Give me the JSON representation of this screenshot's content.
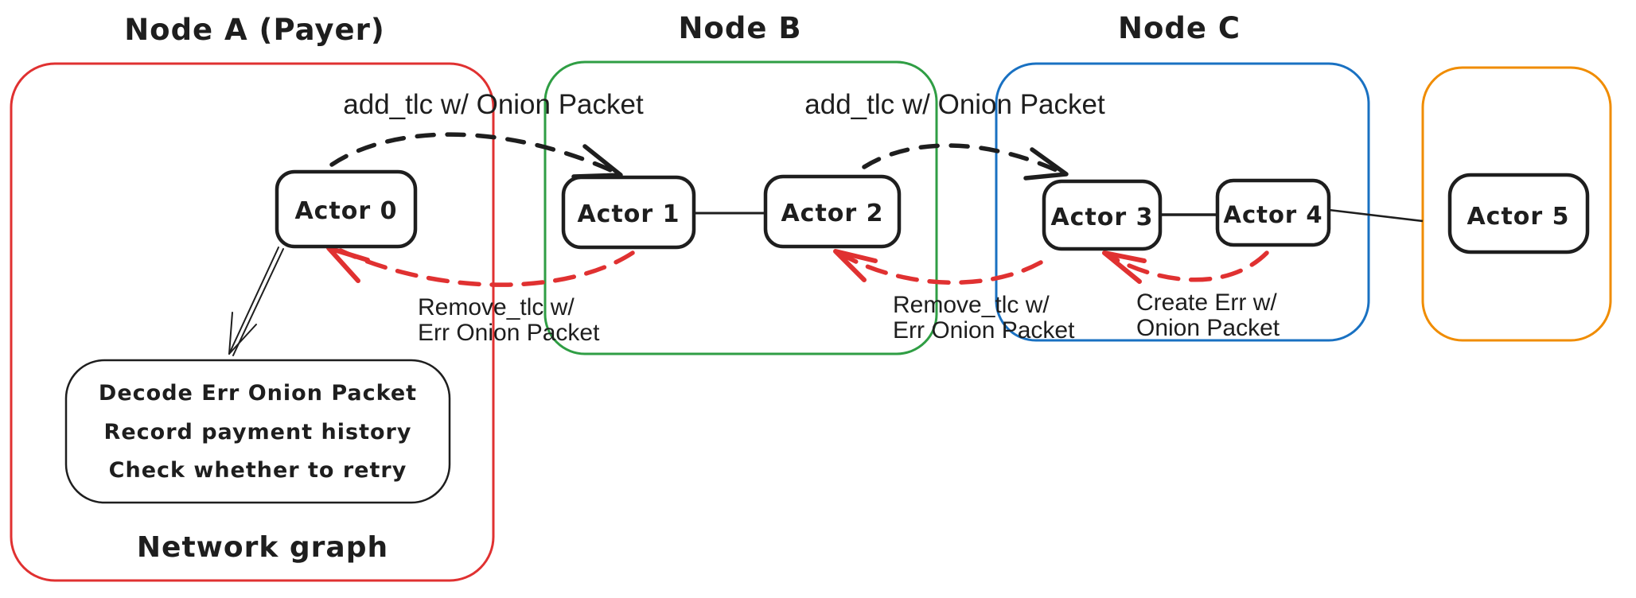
{
  "colors": {
    "ink": "#1e1e1e",
    "node_a": "#e03131",
    "node_b": "#2f9e44",
    "node_c": "#1971c2",
    "node_d": "#f08c00",
    "error": "#e03131",
    "error_text": "#e8413a"
  },
  "nodes": {
    "node_a": {
      "label": "Node A (Payer)"
    },
    "node_b": {
      "label": "Node B"
    },
    "node_c": {
      "label": "Node C"
    }
  },
  "actors": [
    "Actor 0",
    "Actor 1",
    "Actor 2",
    "Actor 3",
    "Actor 4",
    "Actor 5"
  ],
  "messages": {
    "add_tlc_ab": "add_tlc w/ Onion Packet",
    "add_tlc_bc": "add_tlc w/ Onion Packet",
    "remove_tlc_ba": [
      "Remove_tlc w/",
      "Err Onion Packet"
    ],
    "remove_tlc_cb": [
      "Remove_tlc w/",
      "Err Onion Packet"
    ],
    "create_err": [
      "Create Err w/",
      "Onion Packet"
    ]
  },
  "payer_notes": {
    "lines": [
      "Decode Err Onion Packet",
      "Record payment history",
      "Check whether to retry"
    ],
    "caption": "Network graph"
  }
}
